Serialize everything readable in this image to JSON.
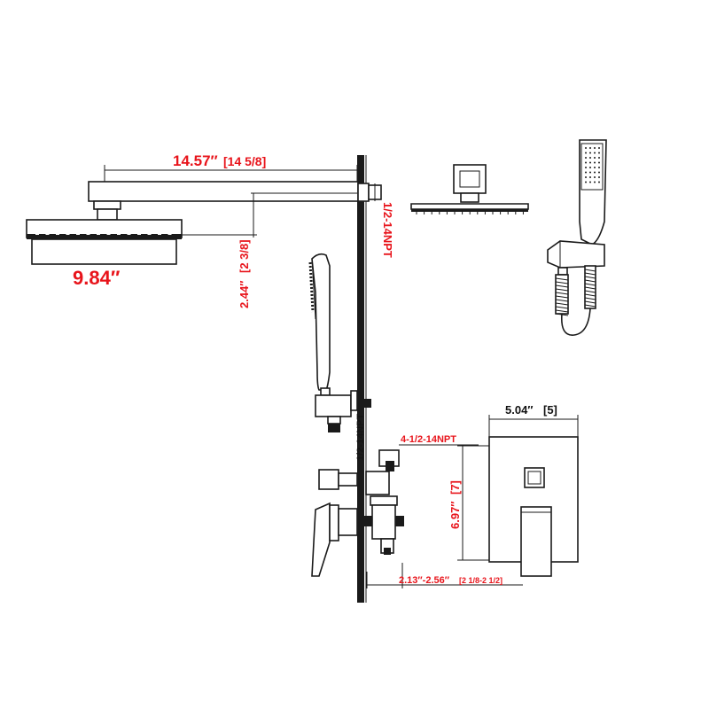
{
  "dimensions": {
    "arm_length_in": "14.57″",
    "arm_length_frac": "[14 5/8]",
    "head_width_in": "9.84″",
    "drop_in": "2.44″",
    "drop_frac": "[2 3/8]",
    "arm_thread": "1/2-14NPT",
    "valve_thread": "4-1/2-14NPT",
    "trim_width_in": "5.04″",
    "trim_width_frac": "[5]",
    "trim_height_in": "6.97″",
    "trim_height_frac": "[7]",
    "wall_depth_in": "2.13″-2.56″",
    "wall_depth_frac": "[2 1/8-2  1/2]"
  },
  "colors": {
    "red_text": "#e8141b",
    "line": "#1a1a1a"
  }
}
